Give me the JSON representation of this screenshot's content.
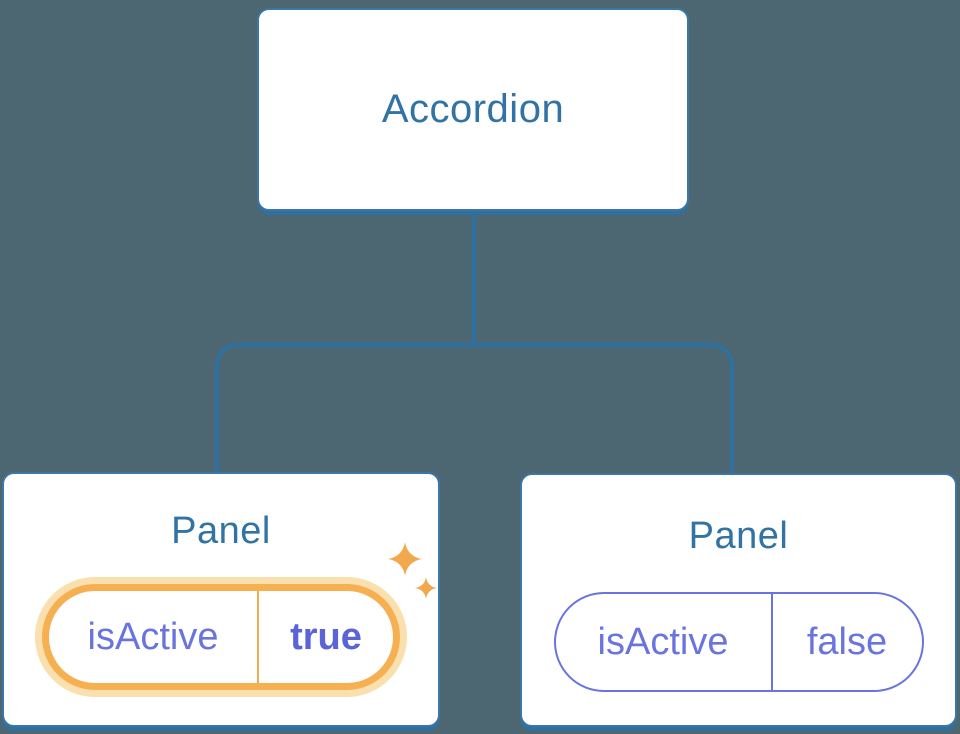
{
  "diagram": {
    "root": {
      "label": "Accordion"
    },
    "panels": [
      {
        "label": "Panel",
        "prop_name": "isActive",
        "prop_value": "true",
        "state": "highlighted",
        "icon": "sparkle-icon"
      },
      {
        "label": "Panel",
        "prop_name": "isActive",
        "prop_value": "false",
        "state": "default"
      }
    ]
  },
  "colors": {
    "background": "#4C6772",
    "node-border": "#3C75A6",
    "node-text": "#3173A4",
    "connector": "#2E709F",
    "highlight-border": "#F6B052",
    "highlight-glow": "#FAE0AE",
    "highlight-divider": "#F0AC52",
    "sparkle": "#F2A94E",
    "state-border": "#6974DE",
    "state-text": "#6974DE",
    "state-text-bold": "#5A64D6"
  }
}
